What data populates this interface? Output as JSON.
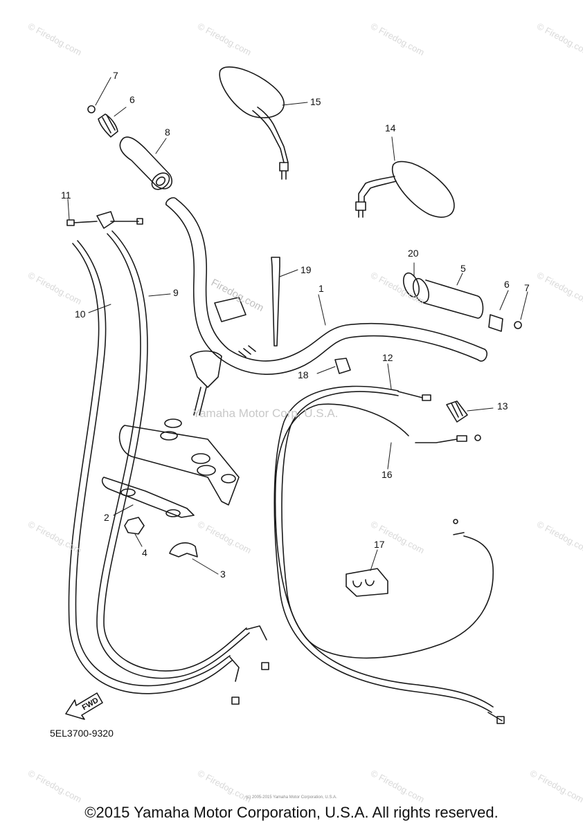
{
  "callouts": [
    "1",
    "2",
    "3",
    "4",
    "5",
    "6",
    "6",
    "7",
    "7",
    "8",
    "9",
    "10",
    "11",
    "12",
    "13",
    "14",
    "15",
    "16",
    "17",
    "18",
    "19",
    "20"
  ],
  "watermarks": {
    "site": "© Firedog.com",
    "center": "Yamaha Motor Corp, U.S.A.",
    "firedog": "Firedog.com"
  },
  "part_code": "5EL3700-9320",
  "fwd_label": "FWD",
  "fine_print": "(c) 2005-2015 Yamaha Motor Corporation, U.S.A.",
  "copyright": "©2015 Yamaha Motor Corporation, U.S.A. All rights reserved.",
  "colors": {
    "line": "#1a1a1a",
    "watermark": "#d0d0d0"
  }
}
